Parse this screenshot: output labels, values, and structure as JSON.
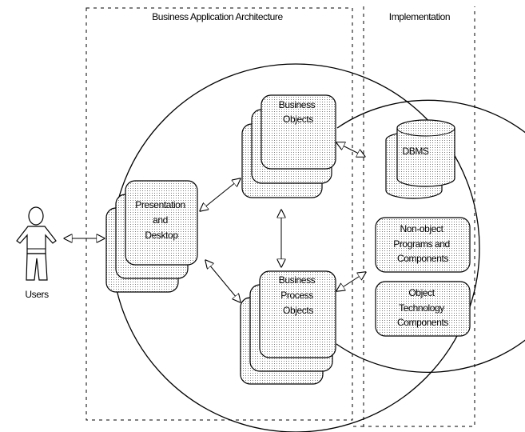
{
  "regions": {
    "architecture_title": "Business Application Architecture",
    "implementation_title": "Implementation"
  },
  "actor": {
    "label": "Users"
  },
  "nodes": {
    "presentation": [
      "Presentation",
      "and",
      "Desktop"
    ],
    "business_objects": [
      "Business",
      "Objects"
    ],
    "process_objects": [
      "Business",
      "Process",
      "Objects"
    ],
    "dbms": [
      "DBMS"
    ],
    "non_object": [
      "Non-object",
      "Programs and",
      "Components"
    ],
    "object_tech": [
      "Object",
      "Technology",
      "Components"
    ]
  }
}
